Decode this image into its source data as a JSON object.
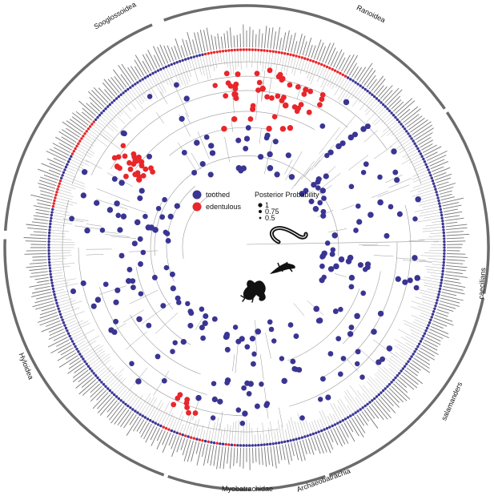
{
  "legend": {
    "state_items": [
      {
        "label": "toothed",
        "color": "#3a3592"
      },
      {
        "label": "edentulous",
        "color": "#e8262b"
      }
    ],
    "posterior_title": "Posterior Probability",
    "posterior_items": [
      {
        "label": "1",
        "value": 1.0
      },
      {
        "label": "0.75",
        "value": 0.75
      },
      {
        "label": "0.5",
        "value": 0.5
      }
    ]
  },
  "clades": [
    {
      "label": "Sooglossoidea"
    },
    {
      "label": "Ranoidea"
    },
    {
      "label": "caecilians"
    },
    {
      "label": "salamanders"
    },
    {
      "label": "Archaeobatrachia"
    },
    {
      "label": "Myobatrachidae"
    },
    {
      "label": "Hyloidea"
    }
  ],
  "silhouettes": [
    {
      "name": "caecilian-silhouette-icon"
    },
    {
      "name": "salamander-silhouette-icon"
    },
    {
      "name": "frog-silhouette-icon"
    }
  ],
  "colors": {
    "toothed": "#3a3592",
    "edentulous": "#e8262b",
    "branch": "#9a9a9a",
    "ring": "#6b6b6b"
  }
}
